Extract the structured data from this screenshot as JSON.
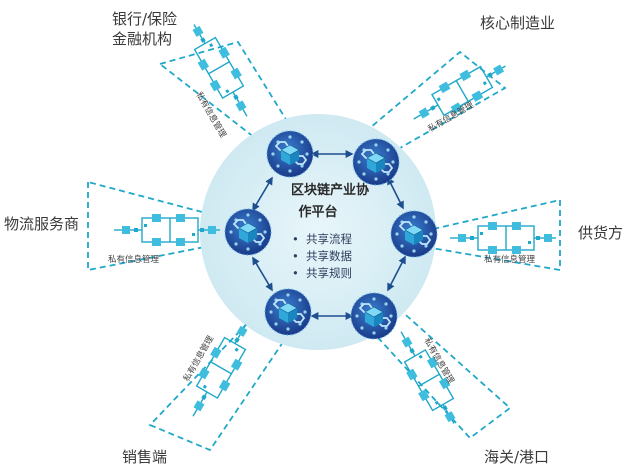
{
  "platform": {
    "title_line1": "区块链产业协",
    "title_line2": "作平台",
    "bullet_char": "•",
    "bullets": [
      "共享流程",
      "共享数据",
      "共享规则"
    ]
  },
  "participants": {
    "bank": {
      "label_line1": "银行/保险",
      "label_line2": "金融机构"
    },
    "manufacturing": {
      "label": "核心制造业"
    },
    "logistics": {
      "label": "物流服务商"
    },
    "supplier": {
      "label": "供货方"
    },
    "sales": {
      "label": "销售端"
    },
    "customs": {
      "label": "海关/港口"
    }
  },
  "private_info_label": "私有信息管理",
  "colors": {
    "accent": "#1fa8c9",
    "hub_fill": "#d7eef5",
    "node_dark": "#1e3f8f",
    "node_mid": "#2f6fc0",
    "cube": "#3fb6e6",
    "block": "#4fc3e0"
  }
}
